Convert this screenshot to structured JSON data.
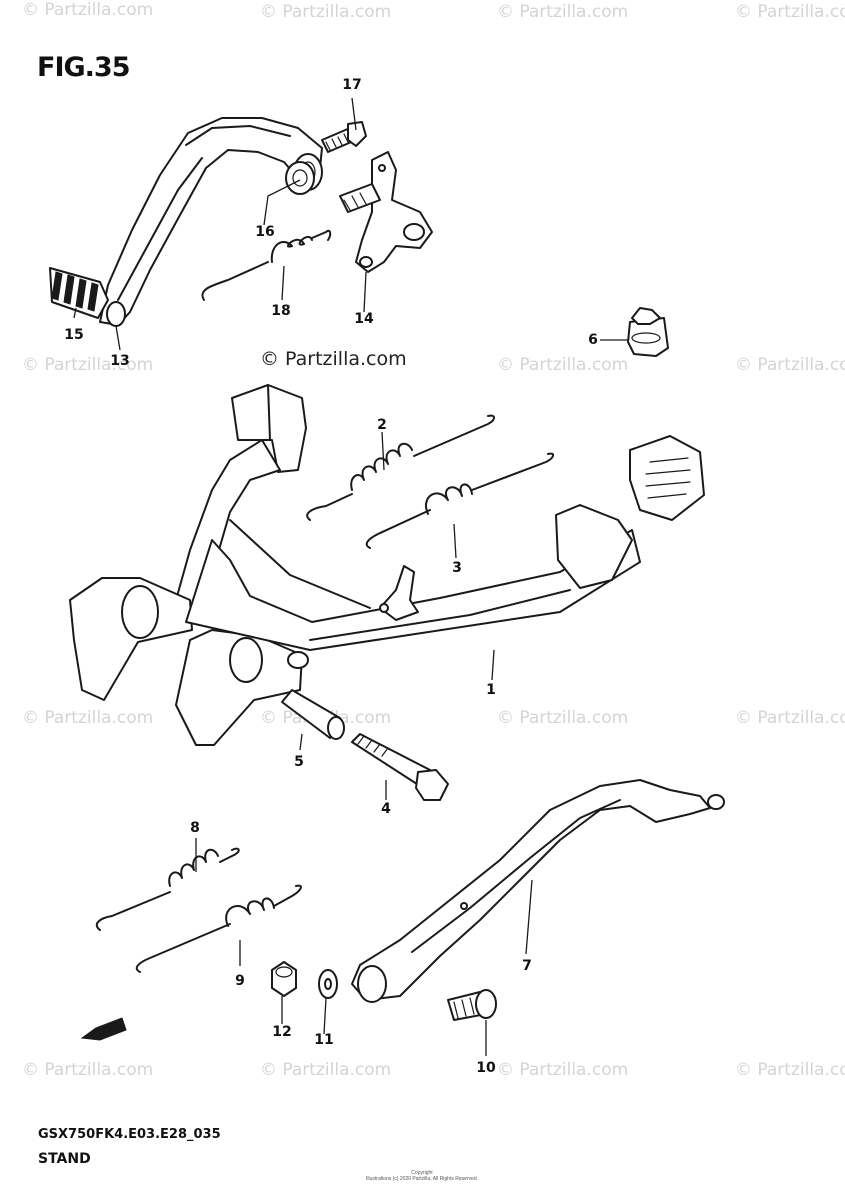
{
  "figure": {
    "title": "FIG.35"
  },
  "watermark": {
    "text": "© Partzilla.com"
  },
  "center_watermark": {
    "text": "© Partzilla.com"
  },
  "footer": {
    "model_code": "GSX750FK4.E03.E28_035",
    "section_name": "STAND",
    "copyright_line1": "Copyright",
    "copyright_line2": "Illustrations (c) 2020 Partzilla, All Rights Reserved."
  },
  "callouts": [
    {
      "id": "callout-1",
      "number": "1"
    },
    {
      "id": "callout-2",
      "number": "2"
    },
    {
      "id": "callout-3",
      "number": "3"
    },
    {
      "id": "callout-4",
      "number": "4"
    },
    {
      "id": "callout-5",
      "number": "5"
    },
    {
      "id": "callout-6",
      "number": "6"
    },
    {
      "id": "callout-7",
      "number": "7"
    },
    {
      "id": "callout-8",
      "number": "8"
    },
    {
      "id": "callout-9",
      "number": "9"
    },
    {
      "id": "callout-10",
      "number": "10"
    },
    {
      "id": "callout-11",
      "number": "11"
    },
    {
      "id": "callout-12",
      "number": "12"
    },
    {
      "id": "callout-13",
      "number": "13"
    },
    {
      "id": "callout-14",
      "number": "14"
    },
    {
      "id": "callout-15",
      "number": "15"
    },
    {
      "id": "callout-16",
      "number": "16"
    },
    {
      "id": "callout-17",
      "number": "17"
    },
    {
      "id": "callout-18",
      "number": "18"
    }
  ]
}
